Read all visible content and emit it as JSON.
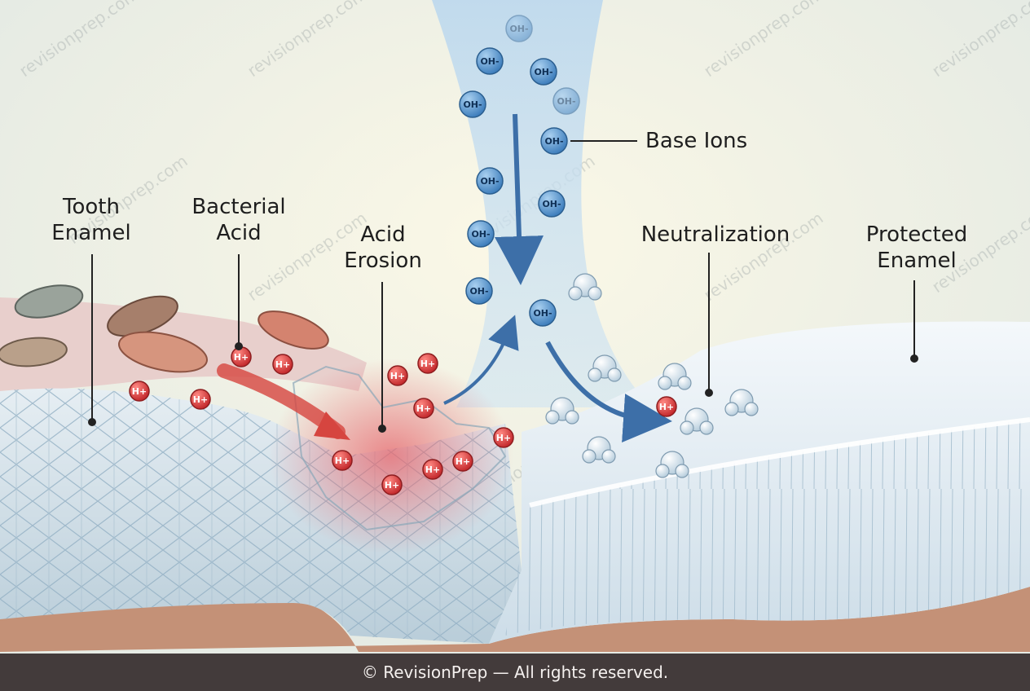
{
  "labels": {
    "tooth_enamel": "Tooth\nEnamel",
    "bacterial_acid": "Bacterial\nAcid",
    "acid_erosion": "Acid\nErosion",
    "base_ions": "Base Ions",
    "neutralization": "Neutralization",
    "protected_enamel": "Protected\nEnamel"
  },
  "ions": {
    "hydrogen": "H+",
    "hydroxide": "OH-"
  },
  "watermark": "revisionprep.com",
  "footer": "© RevisionPrep — All rights reserved.",
  "colors": {
    "background": "#e9ece4",
    "hydrogen_ion": "#d8383a",
    "hydroxide_ion": "#4a86c0",
    "arrow_acid": "#d6453f",
    "arrow_base": "#3d6fa8",
    "enamel": "#dfe9ef",
    "gum": "#c49177",
    "footer_bar": "#433b3b"
  },
  "icons": [
    "bacteria-icon",
    "water-molecule-icon",
    "hydrogen-ion-icon",
    "hydroxide-ion-icon"
  ]
}
